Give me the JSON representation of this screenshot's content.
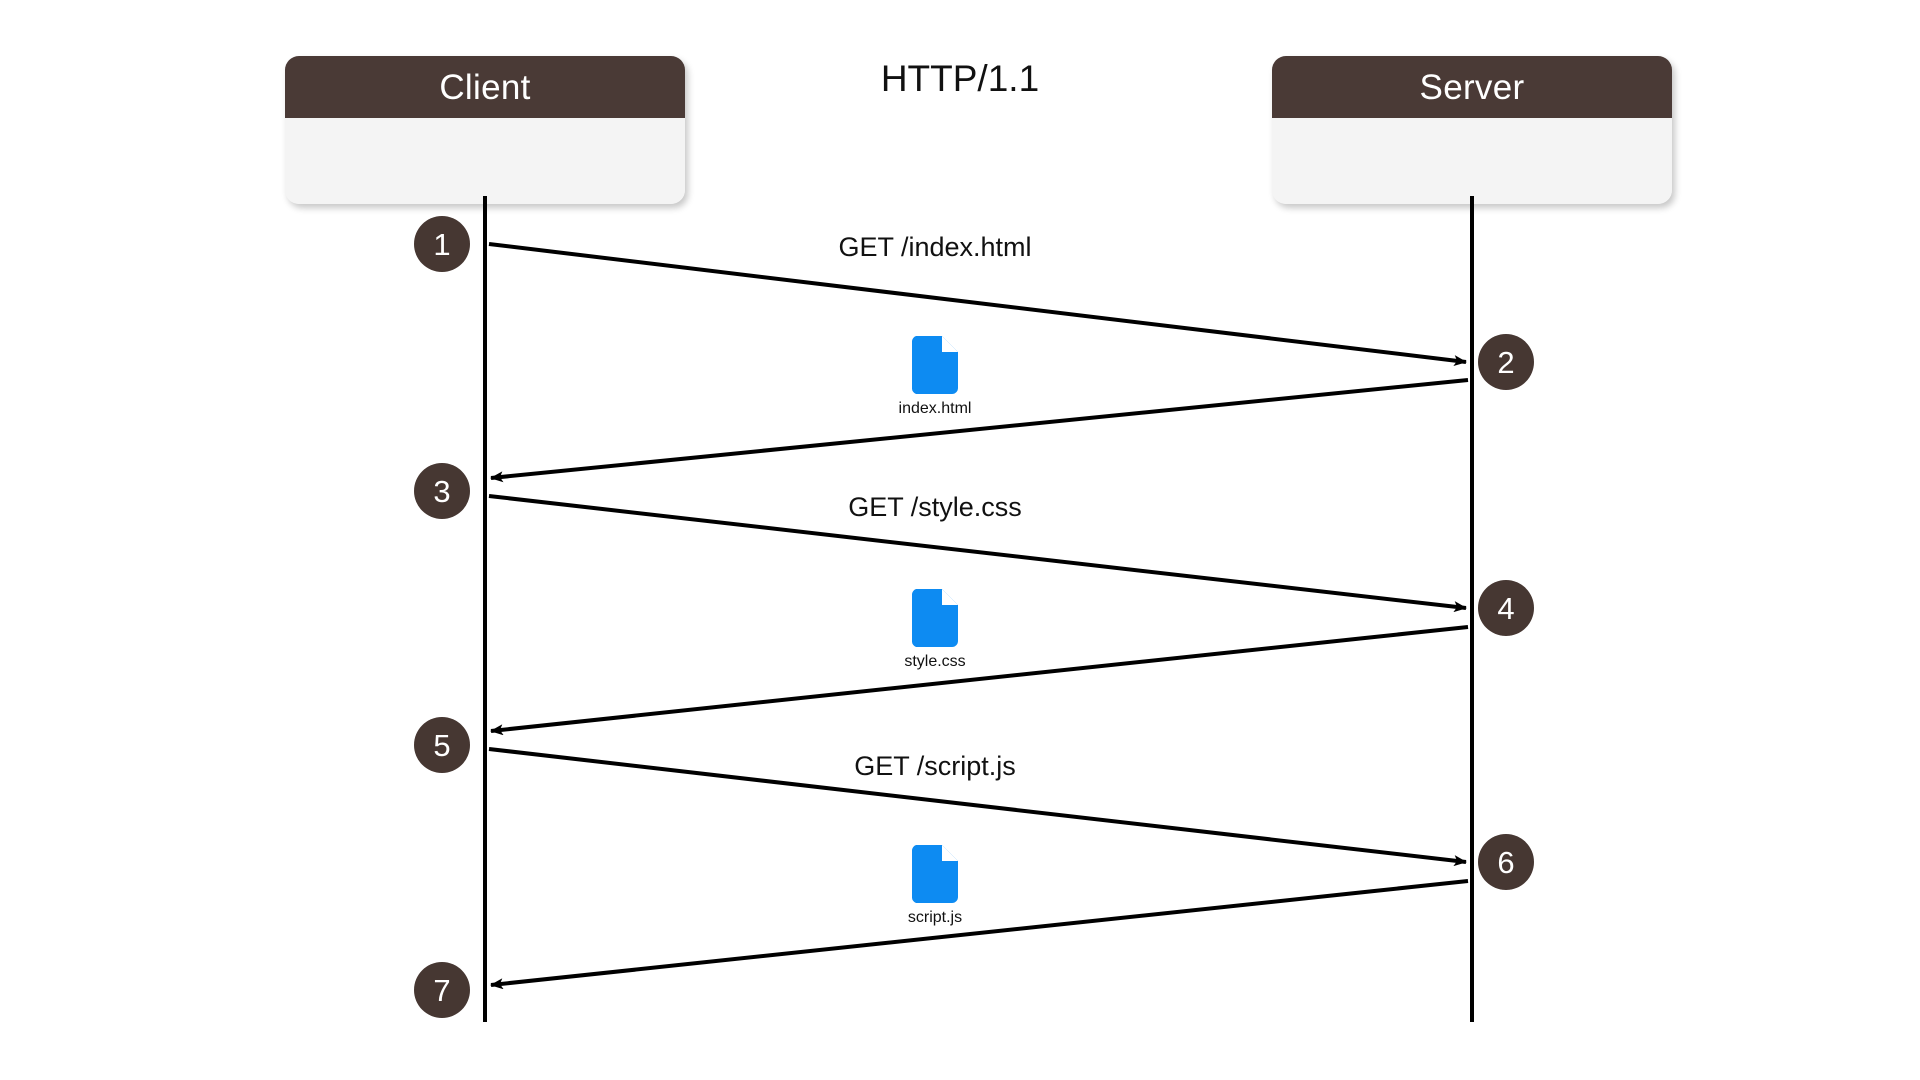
{
  "diagram": {
    "title": "HTTP/1.1",
    "type": "sequence-diagram",
    "colors": {
      "participant_header": "#4a3a36",
      "participant_body": "#f4f4f4",
      "step_badge": "#463732",
      "file_icon": "#0d8bf2",
      "line": "#000000",
      "background": "#ffffff"
    }
  },
  "participants": [
    {
      "id": "client",
      "label": "Client"
    },
    {
      "id": "server",
      "label": "Server"
    }
  ],
  "steps": [
    {
      "number": "1",
      "side": "client"
    },
    {
      "number": "2",
      "side": "server"
    },
    {
      "number": "3",
      "side": "client"
    },
    {
      "number": "4",
      "side": "server"
    },
    {
      "number": "5",
      "side": "client"
    },
    {
      "number": "6",
      "side": "server"
    },
    {
      "number": "7",
      "side": "client"
    }
  ],
  "messages": [
    {
      "label": "GET /index.html",
      "from": "client",
      "to": "server"
    },
    {
      "label": "GET /style.css",
      "from": "client",
      "to": "server"
    },
    {
      "label": "GET /script.js",
      "from": "client",
      "to": "server"
    }
  ],
  "assets": [
    {
      "icon": "file-icon",
      "name": "index.html"
    },
    {
      "icon": "file-icon",
      "name": "style.css"
    },
    {
      "icon": "file-icon",
      "name": "script.js"
    }
  ]
}
